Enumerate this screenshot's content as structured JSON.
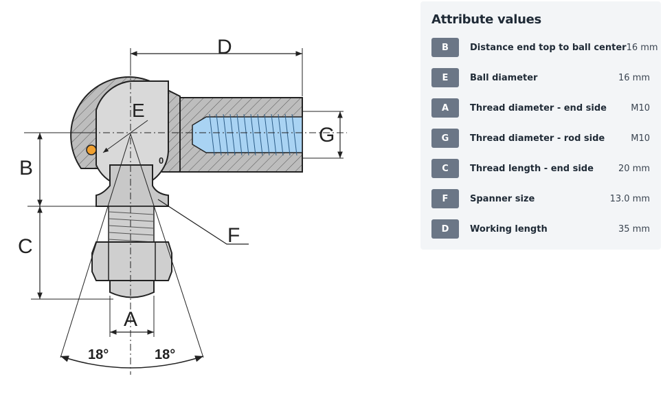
{
  "drawing": {
    "labels": {
      "D": "D",
      "E": "E",
      "G": "G",
      "B": "B",
      "C": "C",
      "F": "F",
      "A": "A",
      "angle_left": "18°",
      "angle_right": "18°",
      "zero": "0"
    },
    "colors": {
      "thread_fill": "#a9d3f3",
      "grease_nipple": "#f0a030",
      "body": "#c8c8c8",
      "line": "#222222"
    }
  },
  "panel": {
    "title": "Attribute values",
    "rows": [
      {
        "key": "B",
        "label": "Distance end top to ball center",
        "value": "16 mm"
      },
      {
        "key": "E",
        "label": "Ball diameter",
        "value": "16 mm"
      },
      {
        "key": "A",
        "label": "Thread diameter - end side",
        "value": "M10"
      },
      {
        "key": "G",
        "label": "Thread diameter - rod side",
        "value": "M10"
      },
      {
        "key": "C",
        "label": "Thread length - end side",
        "value": "20 mm"
      },
      {
        "key": "F",
        "label": "Spanner size",
        "value": "13.0 mm"
      },
      {
        "key": "D",
        "label": "Working length",
        "value": "35 mm"
      }
    ]
  }
}
